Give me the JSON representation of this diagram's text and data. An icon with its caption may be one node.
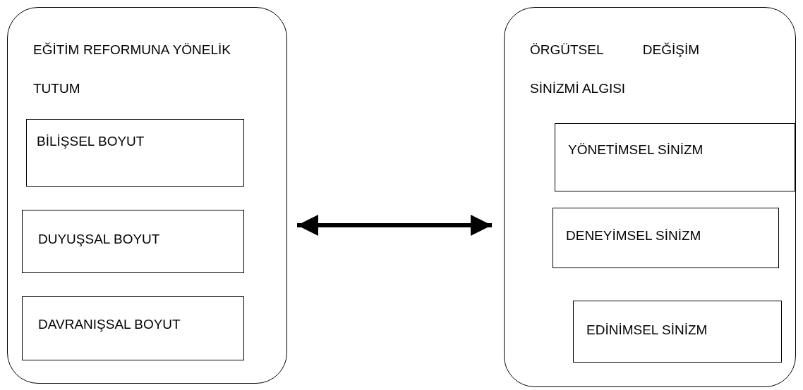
{
  "diagram": {
    "nodes": [
      {
        "text": [
          "EĞİTİM REFORMUNA YÖNELİK TUTUM"
        ]
      },
      {
        "text": [
          "BİLİŞSEL BOYUT"
        ],
        "in": 0
      },
      {
        "text": [
          "DUYUŞSAL BOYUT"
        ],
        "in": 0
      },
      {
        "text": [
          "DAVRANIŞSAL BOYUT"
        ],
        "in": 0
      },
      {
        "text": [
          "ÖRGÜTSEL DEĞİŞİM SİNİZMİ ALGISI"
        ]
      },
      {
        "text": [
          "YÖNETİMSEL SİNİZM"
        ],
        "in": 4
      },
      {
        "text": [
          "DENEYİMSEL SİNİZM"
        ],
        "in": 4
      },
      {
        "text": [
          "EDİNİMSEL SİNİZM"
        ],
        "in": 4
      }
    ],
    "edges": [
      {
        "from": 0,
        "to": 4,
        "arrow": "both"
      }
    ]
  }
}
